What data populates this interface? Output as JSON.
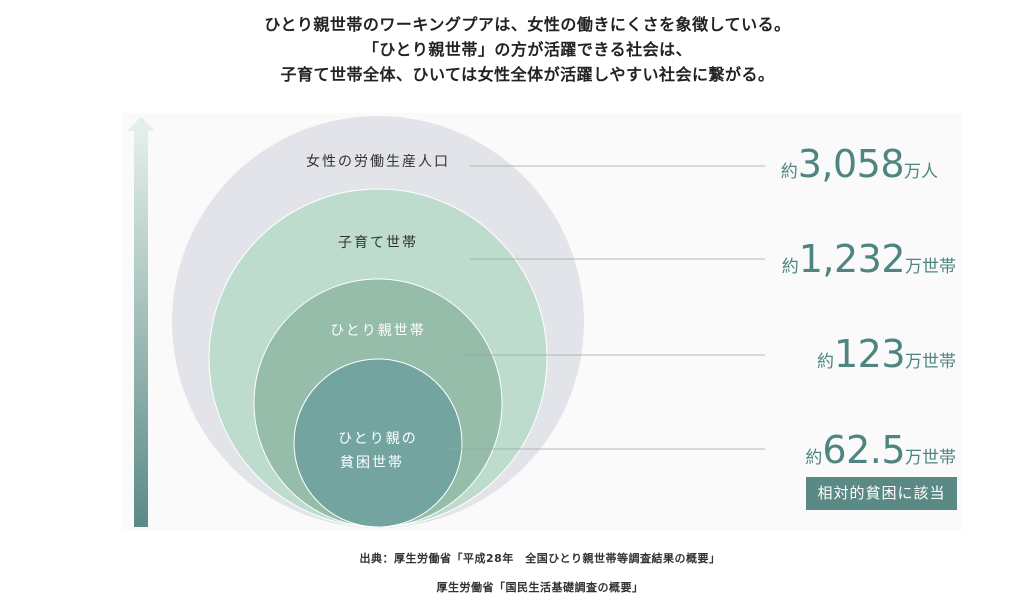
{
  "headline": [
    "ひとり親世帯のワーキングプアは、女性の働きにくさを象徴している。",
    "「ひとり親世帯」の方が活躍できる社会は、",
    "子育て世帯全体、ひいては女性全体が活躍しやすい社会に繋がる。"
  ],
  "circles": [
    {
      "label": "女性の労働生産人口",
      "prefix": "約",
      "value": "3,058",
      "unit": "万人",
      "color": "#e2e4e9"
    },
    {
      "label": "子育て世帯",
      "prefix": "約",
      "value": "1,232",
      "unit": "万世帯",
      "color": "#bddccd"
    },
    {
      "label": "ひとり親世帯",
      "prefix": "約",
      "value": "123",
      "unit": "万世帯",
      "color": "#96bcaa"
    },
    {
      "label_line1": "ひとり親の",
      "label_line2": "貧困世帯",
      "prefix": "約",
      "value": "62.5",
      "unit": "万世帯",
      "color": "#73a4a0"
    }
  ],
  "badge": "相対的貧困に該当",
  "sources": [
    "出典：厚生労働省「平成28年　全国ひとり親世帯等調査結果の概要」",
    "厚生労働省「国民生活基礎調査の概要」"
  ],
  "colors": {
    "value_text": "#4e8581",
    "badge_bg": "#5b8a86"
  }
}
